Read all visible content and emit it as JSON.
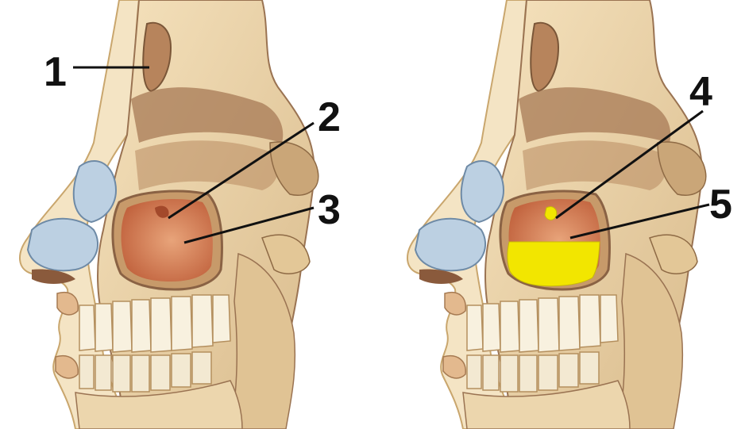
{
  "figure": {
    "panels": [
      {
        "id": "left",
        "callouts": [
          {
            "label": "1"
          },
          {
            "label": "2"
          },
          {
            "label": "3"
          }
        ]
      },
      {
        "id": "right",
        "callouts": [
          {
            "label": "4"
          },
          {
            "label": "5"
          }
        ],
        "highlight_color": "#f2e600"
      }
    ],
    "colors": {
      "skin": "#f1ddb4",
      "bone": "#e8cfa2",
      "bone_dark": "#9a7352",
      "cartilage": "#b8cde0",
      "sinus": "#d98a62",
      "teeth": "#f7f0de",
      "tooth_shadow": "#c7a77a",
      "leader": "#111111"
    }
  }
}
